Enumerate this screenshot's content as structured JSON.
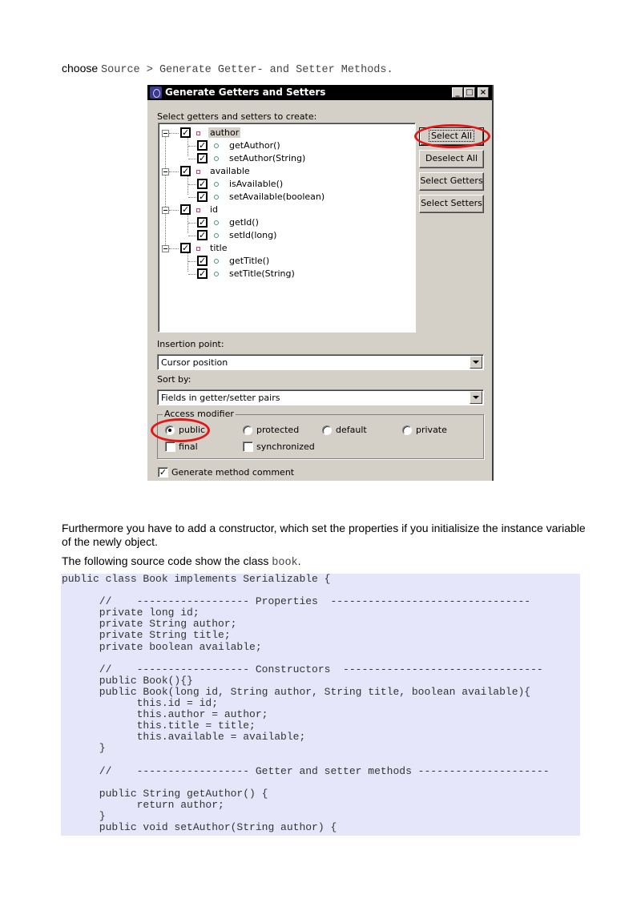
{
  "intro": {
    "prefix": "choose",
    "command": "Source > Generate Getter- and Setter Methods."
  },
  "dialog": {
    "title": "Generate Getters and Setters",
    "window_buttons": {
      "minimize": "_",
      "maximize": "□",
      "close": "×"
    },
    "select_label": "Select getters and setters to create:",
    "select_label_mnemonic": "S",
    "tree": [
      {
        "field": "author",
        "checked": true,
        "selected": true,
        "methods": [
          {
            "label": "getAuthor()",
            "checked": true
          },
          {
            "label": "setAuthor(String)",
            "checked": true
          }
        ]
      },
      {
        "field": "available",
        "checked": true,
        "methods": [
          {
            "label": "isAvailable()",
            "checked": true
          },
          {
            "label": "setAvailable(boolean)",
            "checked": true
          }
        ]
      },
      {
        "field": "id",
        "checked": true,
        "methods": [
          {
            "label": "getId()",
            "checked": true
          },
          {
            "label": "setId(long)",
            "checked": true
          }
        ]
      },
      {
        "field": "title",
        "checked": true,
        "methods": [
          {
            "label": "getTitle()",
            "checked": true
          },
          {
            "label": "setTitle(String)",
            "checked": true
          }
        ]
      }
    ],
    "buttons": {
      "select_all": "Select All",
      "deselect_all": "Deselect All",
      "select_getters": "Select Getters",
      "select_setters": "Select Setters"
    },
    "insertion_point": {
      "label": "Insertion point:",
      "value": "Cursor position"
    },
    "sort_by": {
      "label": "Sort by:",
      "value": "Fields in getter/setter pairs"
    },
    "access_modifier": {
      "legend": "Access modifier",
      "options": [
        "public",
        "protected",
        "default",
        "private"
      ],
      "selected": "public",
      "final_label": "final",
      "final_checked": false,
      "synchronized_label": "synchronized",
      "synchronized_checked": false
    },
    "generate_comment": {
      "label": "Generate method comment",
      "checked": true
    },
    "highlight_color": "#e01818"
  },
  "body": {
    "paragraph1": "Furthermore you have to add a constructor, which set the properties if you initialisize the instance variable of the newly object.",
    "paragraph2_prefix": "The following source code show the class",
    "paragraph2_code": "book",
    "paragraph2_suffix": "."
  },
  "code": {
    "background": "#e6e6fa",
    "text": "public class Book implements Serializable {\n\n      //    ------------------ Properties  --------------------------------\n      private long id;\n      private String author;\n      private String title;\n      private boolean available;\n\n      //    ------------------ Constructors  --------------------------------\n      public Book(){}\n      public Book(long id, String author, String title, boolean available){\n            this.id = id;\n            this.author = author;\n            this.title = title;\n            this.available = available;\n      }\n\n      //    ------------------ Getter and setter methods ---------------------\n\n      public String getAuthor() {\n            return author;\n      }\n      public void setAuthor(String author) {"
  }
}
